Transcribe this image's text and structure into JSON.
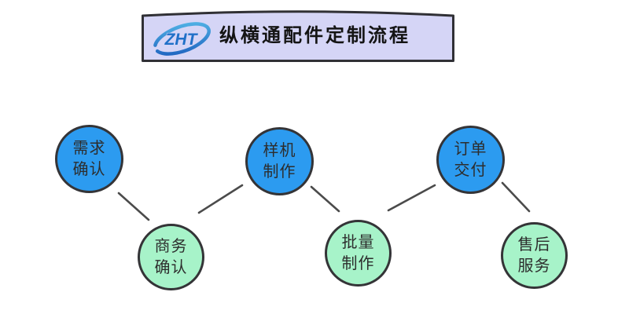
{
  "banner": {
    "logo_text": "ZHT",
    "title": "纵横通配件定制流程",
    "background_color": "#d5d5f6",
    "border_color": "#303035",
    "title_color": "#141414",
    "logo_text_color": "#2070c8",
    "logo_swoosh_color_light": "#52b4e6",
    "logo_swoosh_color_dark": "#1e63c0"
  },
  "flow": {
    "nodes": [
      {
        "id": "requirement-confirm",
        "label_line1": "需求",
        "label_line2": "确认",
        "fill": "#2c9bf0",
        "row": "top"
      },
      {
        "id": "business-confirm",
        "label_line1": "商务",
        "label_line2": "确认",
        "fill": "#a7f3c9",
        "row": "bottom"
      },
      {
        "id": "prototype-build",
        "label_line1": "样机",
        "label_line2": "制作",
        "fill": "#2c9bf0",
        "row": "top"
      },
      {
        "id": "batch-production",
        "label_line1": "批量",
        "label_line2": "制作",
        "fill": "#a7f3c9",
        "row": "bottom"
      },
      {
        "id": "order-delivery",
        "label_line1": "订单",
        "label_line2": "交付",
        "fill": "#2c9bf0",
        "row": "top"
      },
      {
        "id": "after-sales-service",
        "label_line1": "售后",
        "label_line2": "服务",
        "fill": "#a7f3c9",
        "row": "bottom"
      }
    ],
    "edges": [
      {
        "from": "requirement-confirm",
        "to": "business-confirm"
      },
      {
        "from": "business-confirm",
        "to": "prototype-build"
      },
      {
        "from": "prototype-build",
        "to": "batch-production"
      },
      {
        "from": "batch-production",
        "to": "order-delivery"
      },
      {
        "from": "order-delivery",
        "to": "after-sales-service"
      }
    ],
    "edge_color": "#4b4b4b",
    "node_border_color": "#343437",
    "node_text_color": "#2d2d2d"
  }
}
